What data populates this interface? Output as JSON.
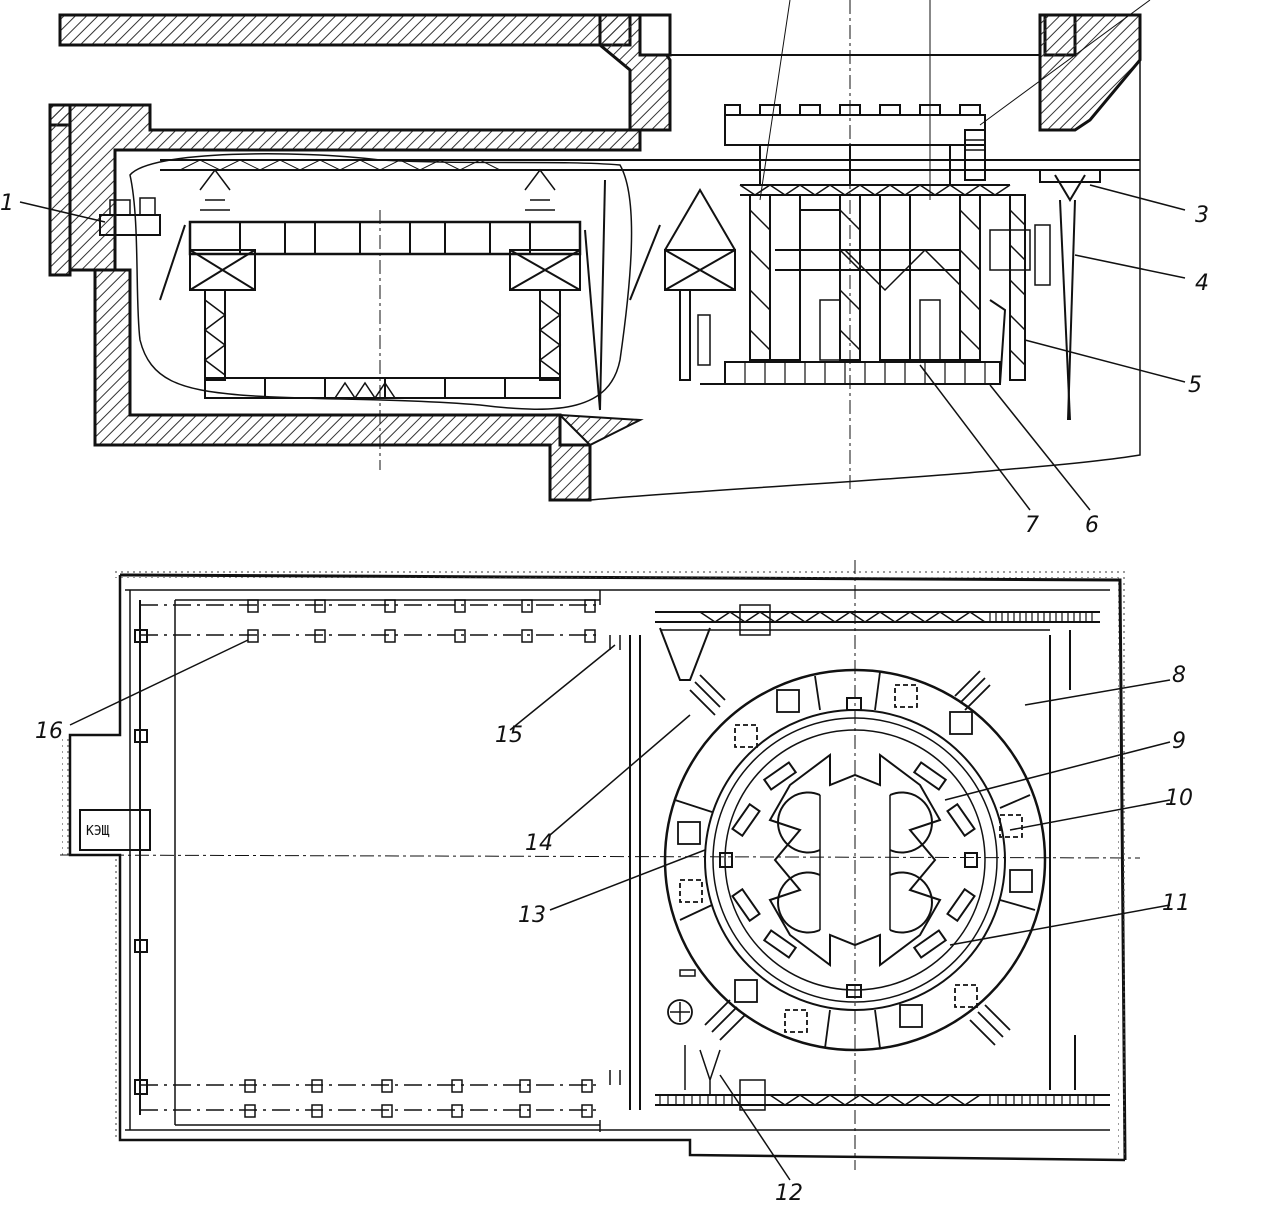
{
  "callouts": [
    {
      "id": "1",
      "label": "1"
    },
    {
      "id": "3",
      "label": "3"
    },
    {
      "id": "4",
      "label": "4"
    },
    {
      "id": "5",
      "label": "5"
    },
    {
      "id": "6",
      "label": "6"
    },
    {
      "id": "7",
      "label": "7"
    },
    {
      "id": "8",
      "label": "8"
    },
    {
      "id": "9",
      "label": "9"
    },
    {
      "id": "10",
      "label": "10"
    },
    {
      "id": "11",
      "label": "11"
    },
    {
      "id": "12",
      "label": "12"
    },
    {
      "id": "13",
      "label": "13"
    },
    {
      "id": "14",
      "label": "14"
    },
    {
      "id": "15",
      "label": "15"
    },
    {
      "id": "16",
      "label": "16"
    }
  ],
  "panel_label": "КЭЩ",
  "colors": {
    "ink": "#111111",
    "paper": "#ffffff",
    "hatch": "#444444"
  }
}
